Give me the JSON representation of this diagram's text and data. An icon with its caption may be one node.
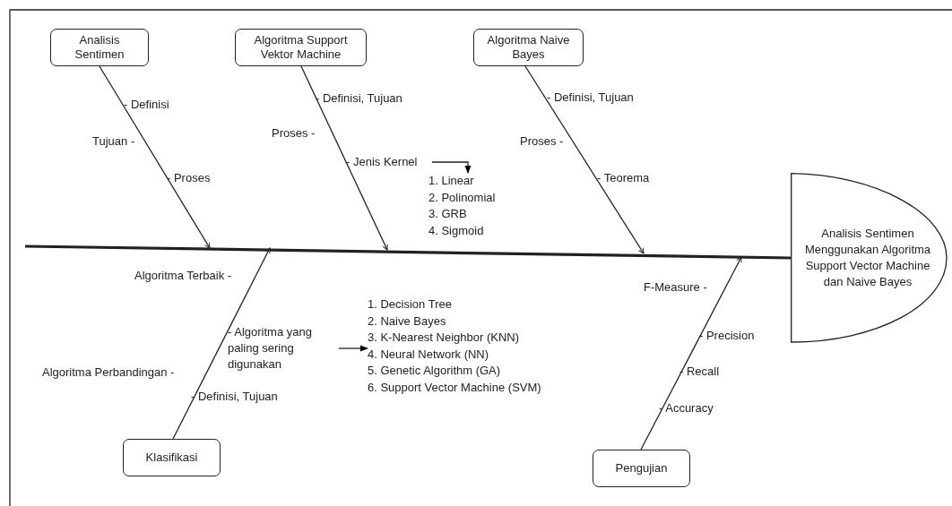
{
  "diagram": {
    "nodes": [
      {
        "text": [
          "Analisis Sentimen"
        ]
      },
      {
        "text": [
          "Algoritma Support Vektor Machine"
        ]
      },
      {
        "text": [
          "Algoritma Naive Bayes"
        ]
      },
      {
        "text": [
          "- Jenis Kernel"
        ]
      },
      {
        "text": [
          "1. Linear",
          "2. Polinomial",
          "3. GRB",
          "4. Sigmoid"
        ]
      },
      {
        "text": [
          "Analisis Sentimen Menggunakan Algoritma Support Vector Machine dan Naive Bayes"
        ]
      },
      {
        "text": [
          "- Algoritma yang paling sering digunakan"
        ]
      },
      {
        "text": [
          "1. Decision Tree",
          "2. Naive Bayes",
          "3. K-Nearest Neighbor (KNN)",
          "4. Neural Network (NN)",
          "5. Genetic Algorithm (GA)",
          "6. Support Vector Machine (SVM)"
        ]
      },
      {
        "text": [
          "Klasifikasi"
        ]
      },
      {
        "text": [
          "Pengujian"
        ]
      }
    ],
    "edges": [
      {
        "from": null,
        "to": 5,
        "arrow": "none",
        "style": "thick"
      },
      {
        "from": 0,
        "to": null,
        "arrow": "to"
      },
      {
        "from": 1,
        "to": null,
        "arrow": "to"
      },
      {
        "from": 2,
        "to": null,
        "arrow": "to"
      },
      {
        "from": 8,
        "to": null,
        "arrow": "to"
      },
      {
        "from": 9,
        "to": null,
        "arrow": "to"
      },
      {
        "from": 3,
        "to": 4,
        "arrow": "to"
      },
      {
        "from": 6,
        "to": 7,
        "arrow": "to"
      }
    ],
    "labels": [
      "- Definisi, Tujuan",
      "- Definisi, Tujuan",
      "- Definisi",
      "Proses -",
      "Tujuan -",
      "Proses -",
      "- Proses",
      "- Teorema",
      "Algoritma Terbaik -",
      "F-Measure -",
      "- Precision",
      "- Recall",
      "Algoritma Perbandingan -",
      "- Definisi, Tujuan",
      "- Accuracy"
    ]
  }
}
